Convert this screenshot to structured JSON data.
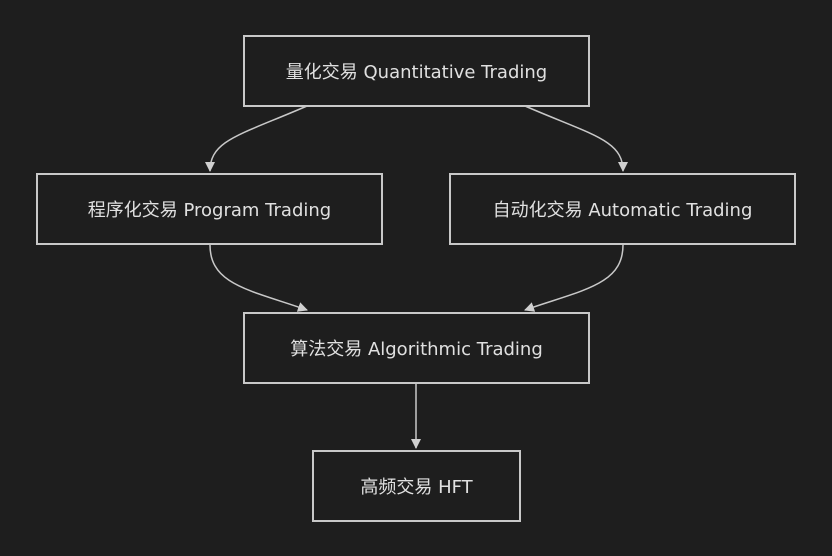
{
  "nodes": {
    "quant": "量化交易 Quantitative Trading",
    "program": "程序化交易 Program Trading",
    "automatic": "自动化交易 Automatic Trading",
    "algo": "算法交易 Algorithmic Trading",
    "hft": "高频交易 HFT"
  },
  "edges": [
    {
      "from": "quant",
      "to": "program"
    },
    {
      "from": "quant",
      "to": "automatic"
    },
    {
      "from": "program",
      "to": "algo"
    },
    {
      "from": "automatic",
      "to": "algo"
    },
    {
      "from": "algo",
      "to": "hft"
    }
  ],
  "colors": {
    "background": "#1e1e1e",
    "stroke": "#c8c8c8",
    "text": "#e0e0e0"
  }
}
